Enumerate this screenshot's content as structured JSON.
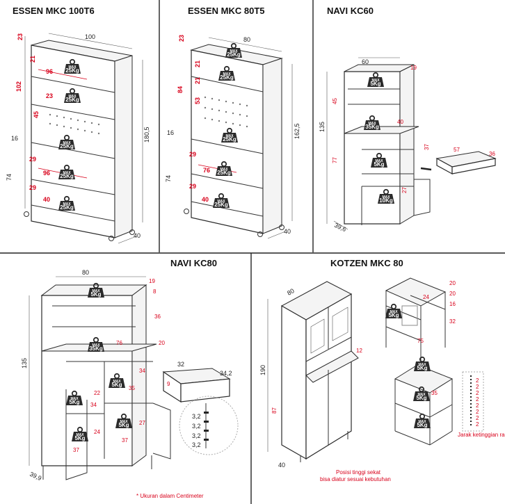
{
  "panels": {
    "essen_100": {
      "title": "ESSEN MKC 100T6",
      "dims": {
        "width": "100",
        "depth": "40",
        "height": "180,5",
        "d23": "23",
        "d102": "102",
        "d16": "16",
        "d74": "74",
        "d21": "21",
        "d96a": "96",
        "d23b": "23",
        "d45": "45",
        "d29a": "29",
        "d96b": "96",
        "d29b": "29",
        "d40": "40"
      }
    },
    "essen_80": {
      "title": "ESSEN MKC 80T5",
      "dims": {
        "width": "80",
        "depth": "40",
        "height": "162,5",
        "d23": "23",
        "d84": "84",
        "d16": "16",
        "d74": "74",
        "d21": "21",
        "d21b": "21",
        "d53": "53",
        "d29a": "29",
        "d76": "76",
        "d29b": "29",
        "d40": "40"
      }
    },
    "navi_kc60": {
      "title": "NAVI KC60",
      "dims": {
        "width": "60",
        "depth": "39,6",
        "height": "135",
        "d19": "19",
        "d45": "45",
        "d77": "77",
        "d40": "40",
        "d37": "37",
        "d27": "27",
        "d57": "57",
        "d36": "36"
      }
    },
    "navi_kc80": {
      "title": "NAVI KC80",
      "dims": {
        "width": "80",
        "depth": "39,9",
        "height": "135",
        "d19": "19",
        "d8": "8",
        "d36": "36",
        "d20": "20",
        "d76": "76",
        "d34a": "34",
        "d22": "22",
        "d34b": "34",
        "d35": "35",
        "d24": "24",
        "d27": "27",
        "d37a": "37",
        "d37b": "37",
        "drawer_w": "32",
        "drawer_d": "34,2",
        "drawer_h": "9",
        "slots": [
          "3,2",
          "3,2",
          "3,2",
          "3,2"
        ]
      }
    },
    "kotzen": {
      "title": "KOTZEN MKC 80",
      "dims": {
        "width": "80",
        "depth": "40",
        "height": "190",
        "d12": "12",
        "d87": "87",
        "s20a": "20",
        "s20b": "20",
        "s24": "24",
        "s16": "16",
        "s32": "32",
        "s75": "75",
        "s35": "35",
        "rack": [
          "2",
          "2",
          "2",
          "2",
          "2",
          "2",
          "2",
          "2"
        ]
      },
      "note_rack": "Jarak ketinggian rak",
      "note_shelf_1": "Posisi tinggi sekat",
      "note_shelf_2": "bisa diatur sesuai kebutuhan"
    }
  },
  "weights": {
    "max": "MAX",
    "w25": "25Kg",
    "w35": "35Kg",
    "w5": "5Kg",
    "w10": "10Kg"
  },
  "footer": "* Ukuran dalam Centimeter",
  "colors": {
    "accent": "#d8001a",
    "line": "#2a2a2a",
    "divider": "#222222"
  }
}
